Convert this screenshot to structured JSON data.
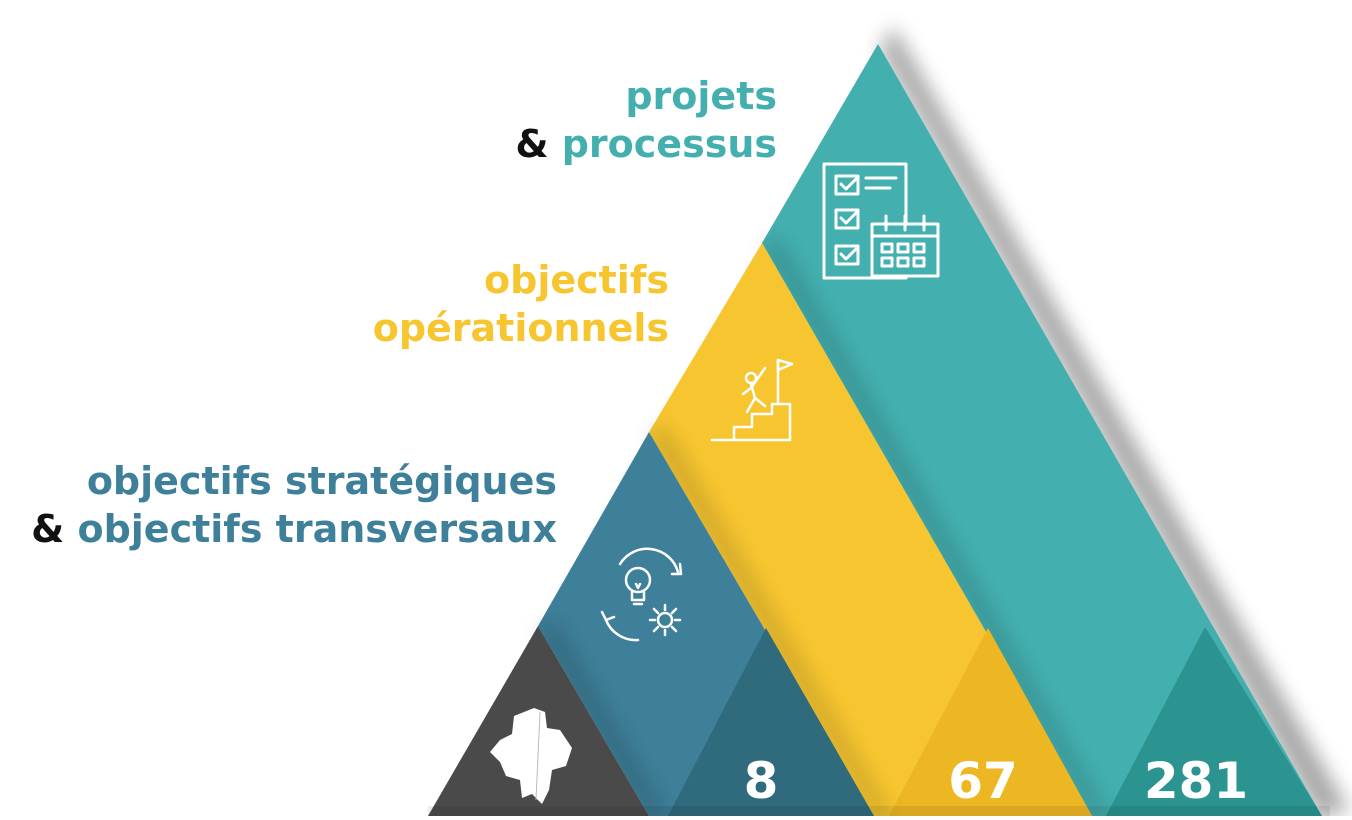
{
  "colors": {
    "top": "#44AFAF",
    "top_dark": "#2B9390",
    "mid": "#F6C530",
    "mid_dark": "#EDB623",
    "bot": "#3E7F99",
    "bot_dark": "#2F6A7D",
    "base": "#4A4A4A",
    "ink": "#111111"
  },
  "levels": {
    "top": {
      "line1": "projets",
      "amp": "&",
      "line2": "processus",
      "icon": "checklist-calendar-icon",
      "count": "281"
    },
    "mid": {
      "line1": "objectifs",
      "line2": "opérationnels",
      "icon": "climber-flag-icon",
      "count": "67"
    },
    "bot": {
      "line1": "objectifs stratégiques",
      "amp": "&",
      "line2": "objectifs transversaux",
      "icon": "lightbulb-gear-cycle-icon",
      "count": "8"
    },
    "base": {
      "icon": "region-map-icon"
    }
  }
}
